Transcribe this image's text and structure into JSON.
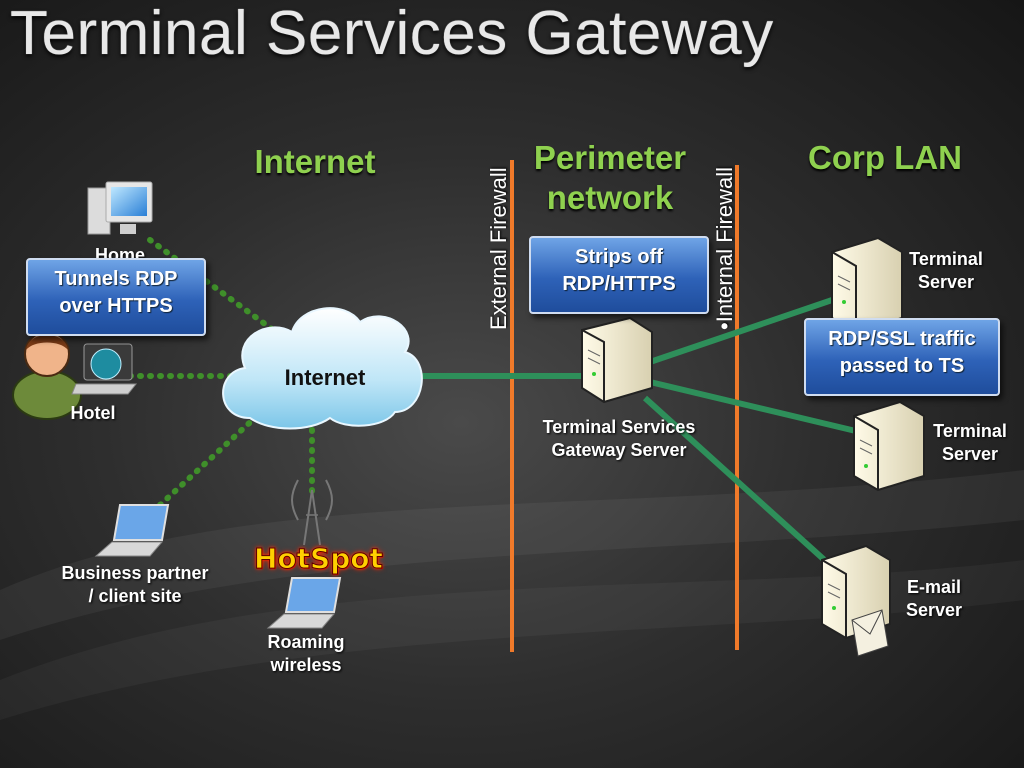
{
  "title": "Terminal Services Gateway",
  "zones": {
    "internet": "Internet",
    "perimeter_line1": "Perimeter",
    "perimeter_line2": "network",
    "corp": "Corp LAN"
  },
  "firewalls": {
    "external": "External Firewall",
    "internal": "•Internal Firewall"
  },
  "cloud_label": "Internet",
  "clients": {
    "home": "Home",
    "hotel": "Hotel",
    "partner_line1": "Business partner",
    "partner_line2": "/ client site",
    "roaming_line1": "Roaming",
    "roaming_line2": "wireless",
    "hotspot": "HotSpot"
  },
  "callouts": {
    "tunnels_line1": "Tunnels RDP",
    "tunnels_line2": "over HTTPS",
    "strips_line1": "Strips off",
    "strips_line2": "RDP/HTTPS",
    "rdpssl_line1": "RDP/SSL traffic",
    "rdpssl_line2": "passed to TS"
  },
  "servers": {
    "gateway_line1": "Terminal Services",
    "gateway_line2": "Gateway Server",
    "ts1_line1": "Terminal",
    "ts1_line2": "Server",
    "ts2_line1": "Terminal",
    "ts2_line2": "Server",
    "email_line1": "E-mail",
    "email_line2": "Server"
  },
  "colors": {
    "zone_text": "#8fd14f",
    "firewall": "#f07a2a",
    "connection": "#2e8f5a",
    "dotted_link": "#3f8f2a",
    "callout": "#2e62b8"
  }
}
